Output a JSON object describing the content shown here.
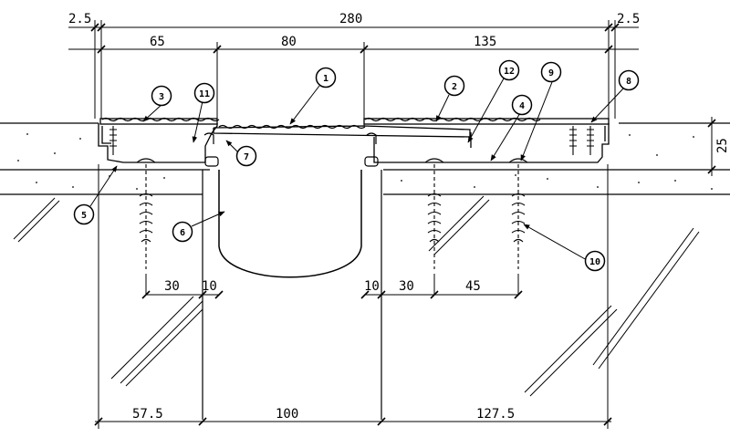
{
  "dimensions": {
    "top_left_gap": "2.5",
    "top_total": "280",
    "top_right_gap": "2.5",
    "upper_left": "65",
    "upper_mid": "80",
    "upper_right": "135",
    "side_height": "25",
    "anchor_left_30": "30",
    "anchor_left_10": "10",
    "anchor_right_10": "10",
    "anchor_right_30": "30",
    "anchor_right_45": "45",
    "bottom_left": "57.5",
    "bottom_mid": "100",
    "bottom_right": "127.5"
  },
  "callouts": [
    "1",
    "2",
    "3",
    "4",
    "5",
    "6",
    "7",
    "8",
    "9",
    "10",
    "11",
    "12"
  ]
}
